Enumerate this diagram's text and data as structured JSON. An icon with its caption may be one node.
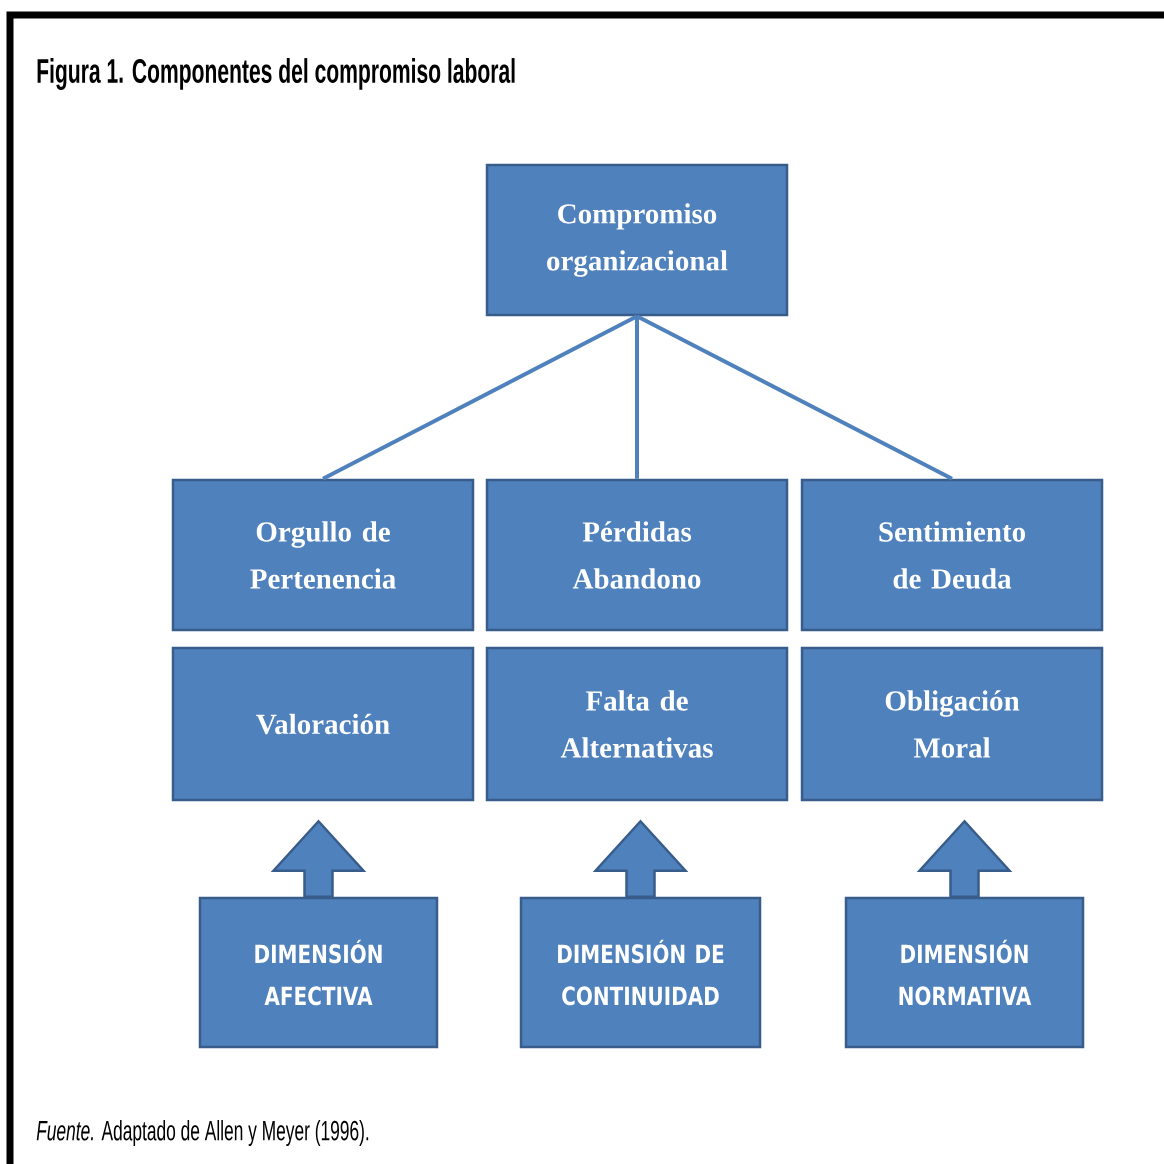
{
  "diagram": {
    "title": "Figura 1. Componentes del compromiso laboral",
    "caption": "*Fuente.* Adaptado de Allen y Meyer (1996).",
    "nodes": [
      {
        "text": [
          "Compromiso organizacional"
        ]
      },
      {
        "text": [
          "Orgullo de Pertenencia"
        ]
      },
      {
        "text": [
          "Pérdidas Abandono"
        ]
      },
      {
        "text": [
          "Sentimiento de Deuda"
        ]
      },
      {
        "text": [
          "Valoración"
        ]
      },
      {
        "text": [
          "Falta de Alternativas"
        ]
      },
      {
        "text": [
          "Obligación Moral"
        ]
      },
      {
        "text": [
          "DIMENSIÓN AFECTIVA"
        ]
      },
      {
        "text": [
          "DIMENSIÓN DE CONTINUIDAD"
        ]
      },
      {
        "text": [
          "DIMENSIÓN NORMATIVA"
        ]
      }
    ],
    "edges": [
      {
        "from": 0,
        "to": 1,
        "arrow": "none"
      },
      {
        "from": 0,
        "to": 2,
        "arrow": "none"
      },
      {
        "from": 0,
        "to": 3,
        "arrow": "none"
      },
      {
        "from": 7,
        "to": 4,
        "arrow": "to",
        "style": "thick"
      },
      {
        "from": 8,
        "to": 5,
        "arrow": "to",
        "style": "thick"
      },
      {
        "from": 9,
        "to": 6,
        "arrow": "to",
        "style": "thick"
      }
    ]
  }
}
